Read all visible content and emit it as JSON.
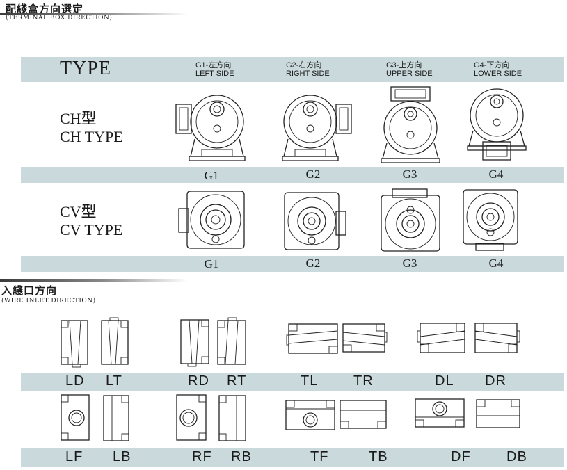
{
  "terminal_section": {
    "title": "配綫盒方向選定",
    "subtitle": "(TERMINAL BOX DIRECTION)"
  },
  "header": {
    "type_label": "TYPE",
    "columns": [
      {
        "cn": "G1-左方向",
        "en": "LEFT SIDE"
      },
      {
        "cn": "G2-右方向",
        "en": "RIGHT SIDE"
      },
      {
        "cn": "G3-上方向",
        "en": "UPPER SIDE"
      },
      {
        "cn": "G4-下方向",
        "en": "LOWER SIDE"
      }
    ]
  },
  "ch_row": {
    "label_cn": "CH型",
    "label_en": "CH TYPE",
    "g_labels": [
      "G1",
      "G2",
      "G3",
      "G4"
    ]
  },
  "cv_row": {
    "label_cn": "CV型",
    "label_en": "CV TYPE",
    "g_labels": [
      "G1",
      "G2",
      "G3",
      "G4"
    ]
  },
  "wire_section": {
    "title": "入綫口方向",
    "subtitle": "(WIRE INLET DIRECTION)"
  },
  "wire_row1": [
    "LD",
    "LT",
    "RD",
    "RT",
    "TL",
    "TR",
    "DL",
    "DR"
  ],
  "wire_row2": [
    "LF",
    "LB",
    "RF",
    "RB",
    "TF",
    "TB",
    "DF",
    "DB"
  ],
  "colors": {
    "band": "#c9d9dc",
    "line": "#222222"
  }
}
